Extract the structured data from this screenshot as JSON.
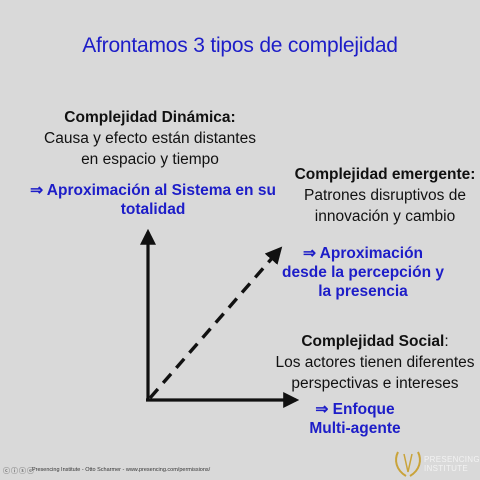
{
  "title": "Afrontamos 3 tipos de complejidad",
  "dynamic": {
    "heading": "Complejidad Dinámica:",
    "line1": "Causa y efecto están distantes",
    "line2": "en espacio y tiempo",
    "approach_line1": "⇒ Aproximación al Sistema en su",
    "approach_line2": "totalidad"
  },
  "emergent": {
    "heading": "Complejidad emergente:",
    "line1": "Patrones disruptivos de",
    "line2": "innovación y cambio",
    "approach_line1": "⇒ Aproximación",
    "approach_line2": "desde la percepción y",
    "approach_line3": "la presencia"
  },
  "social": {
    "heading": "Complejidad Social",
    "heading_suffix": ":",
    "line1": "Los actores tienen diferentes",
    "line2": "perspectivas e intereses",
    "approach_line1": "⇒ Enfoque",
    "approach_line2": "Multi-agente"
  },
  "footer": {
    "text": "Presencing Institute - Otto Scharmer - www.presencing.com/permissions/",
    "logo_line1": "PRESENCING",
    "logo_line2": "INSTITUTE"
  },
  "colors": {
    "accent": "#1d1dc8",
    "background": "#d9d9d9",
    "logo_gold": "#c9a33a"
  }
}
